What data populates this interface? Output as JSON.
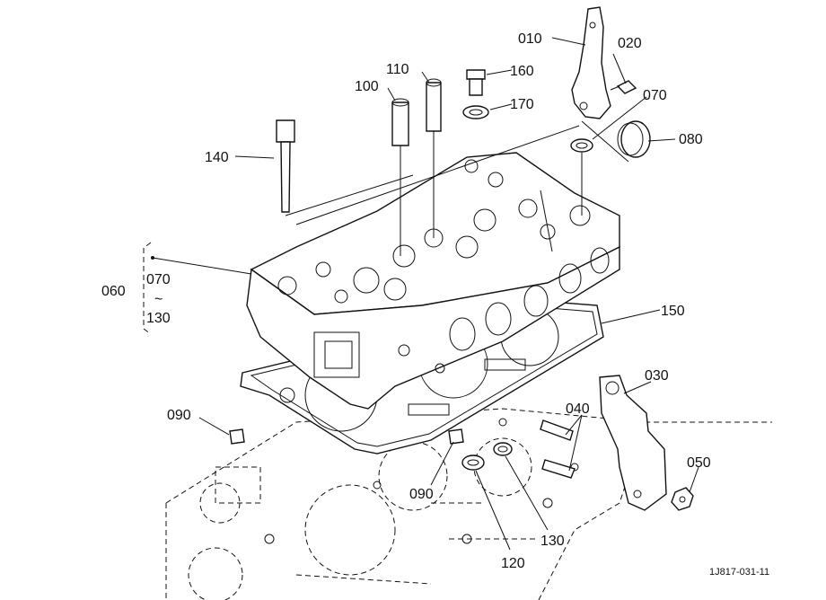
{
  "labels": {
    "p010": "010",
    "p020": "020",
    "p030": "030",
    "p040": "040",
    "p050": "050",
    "p060": "060",
    "p070": "070",
    "p070_group": "070",
    "p080": "080",
    "p090_left": "090",
    "p090_mid": "090",
    "p100": "100",
    "p110": "110",
    "p120": "120",
    "p130": "130",
    "p130_group": "130",
    "p140": "140",
    "p150": "150",
    "p160": "160",
    "p170": "170",
    "range_sep": "~"
  },
  "figure_code": "1J817-031-11"
}
